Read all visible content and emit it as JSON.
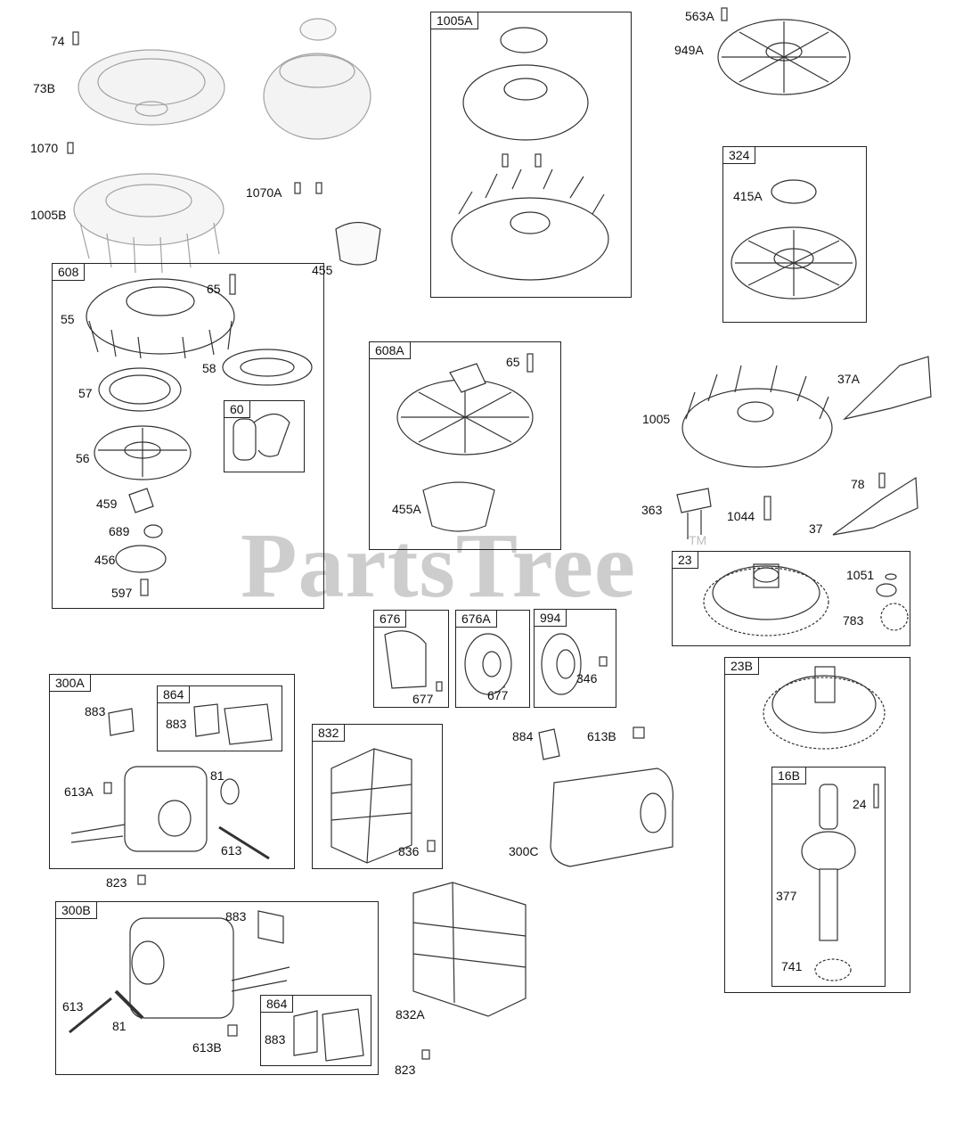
{
  "watermark": {
    "text": "PartsTree",
    "tm": "TM"
  },
  "boxes": {
    "b1005A": "1005A",
    "b608": "608",
    "b60": "60",
    "b324": "324",
    "b608A": "608A",
    "b23": "23",
    "b676": "676",
    "b676A": "676A",
    "b994": "994",
    "b23B": "23B",
    "b16B": "16B",
    "b300A": "300A",
    "b864a": "864",
    "b832": "832",
    "b300B": "300B",
    "b864b": "864"
  },
  "labels": {
    "l74": "74",
    "l73B": "73B",
    "l1070": "1070",
    "l1070A": "1070A",
    "l1005B": "1005B",
    "l455": "455",
    "l563A": "563A",
    "l949A": "949A",
    "l415A": "415A",
    "l65a": "65",
    "l55": "55",
    "l58": "58",
    "l57": "57",
    "l56": "56",
    "l459": "459",
    "l689": "689",
    "l456": "456",
    "l597": "597",
    "l65b": "65",
    "l455A": "455A",
    "l1005": "1005",
    "l37A": "37A",
    "l78": "78",
    "l363": "363",
    "l1044": "1044",
    "l37": "37",
    "l1051": "1051",
    "l783": "783",
    "l677a": "677",
    "l677b": "677",
    "l346": "346",
    "l884": "884",
    "l613Ba": "613B",
    "l300C": "300C",
    "l883a": "883",
    "l883b": "883",
    "l81a": "81",
    "l613A": "613A",
    "l613a": "613",
    "l823a": "823",
    "l836": "836",
    "l24": "24",
    "l377": "377",
    "l741": "741",
    "l883c": "883",
    "l613b": "613",
    "l81b": "81",
    "l613Bb": "613B",
    "l883d": "883",
    "l832A": "832A",
    "l823b": "823"
  }
}
